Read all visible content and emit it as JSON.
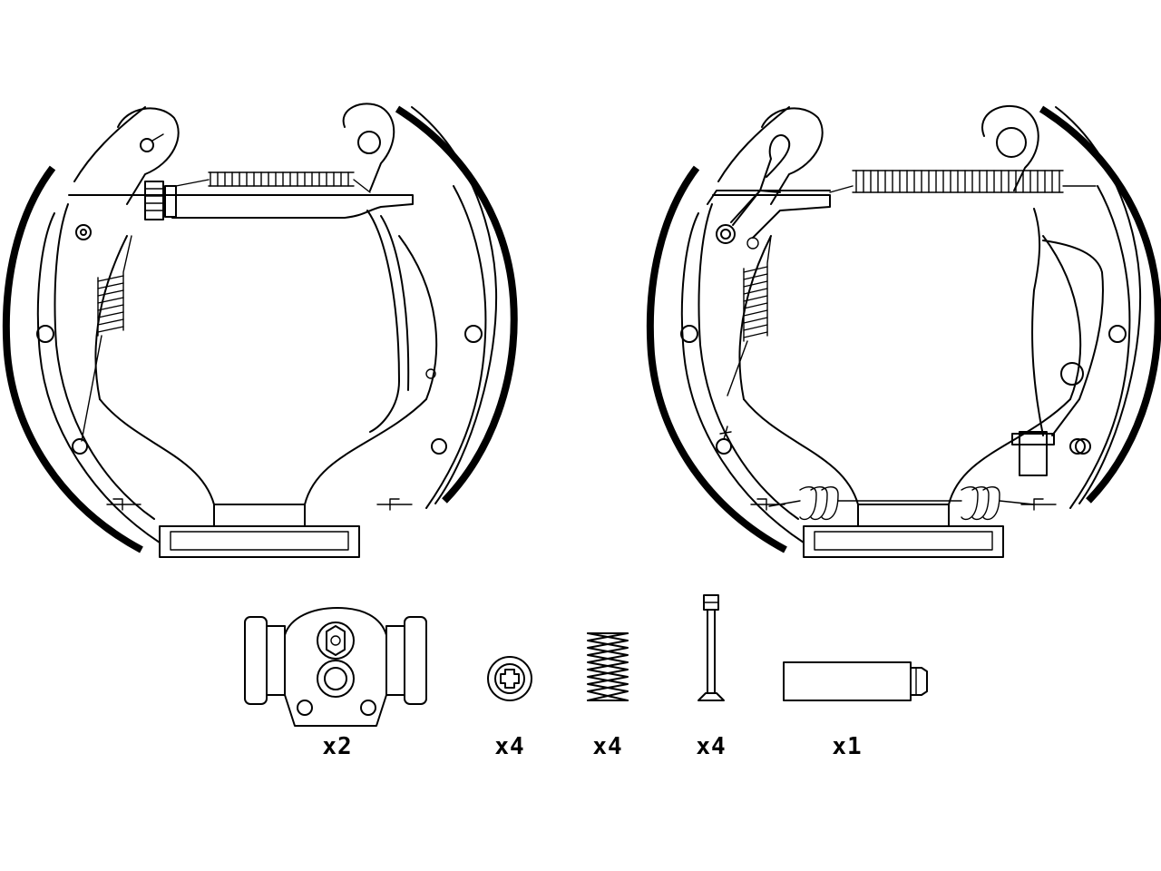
{
  "parts": [
    {
      "id": "wheel-cylinder",
      "quantity": "x2"
    },
    {
      "id": "retainer-cup",
      "quantity": "x4"
    },
    {
      "id": "hold-down-spring",
      "quantity": "x4"
    },
    {
      "id": "hold-down-pin",
      "quantity": "x4"
    },
    {
      "id": "adjuster-sleeve",
      "quantity": "x1"
    }
  ],
  "colors": {
    "line": "#000000",
    "background": "#ffffff"
  }
}
